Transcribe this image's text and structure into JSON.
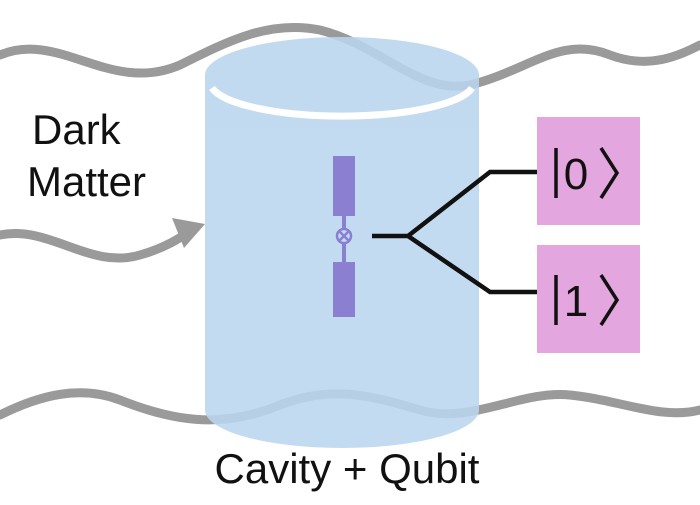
{
  "labels": {
    "dark_matter_line1": "Dark",
    "dark_matter_line2": "Matter",
    "cavity_qubit": "Cavity + Qubit"
  },
  "states": {
    "ket0": "0",
    "ket1": "1"
  },
  "colors": {
    "cavity_fill": "#b9d6ee",
    "cavity_stroke": "#9cc4e6",
    "wave": "#9a9a9a",
    "qubit": "#8a7fd0",
    "state_box": "#e3a6df",
    "wire": "#111111"
  },
  "icons": {
    "arrow": "arrow-right-icon",
    "junction": "josephson-junction-icon"
  }
}
